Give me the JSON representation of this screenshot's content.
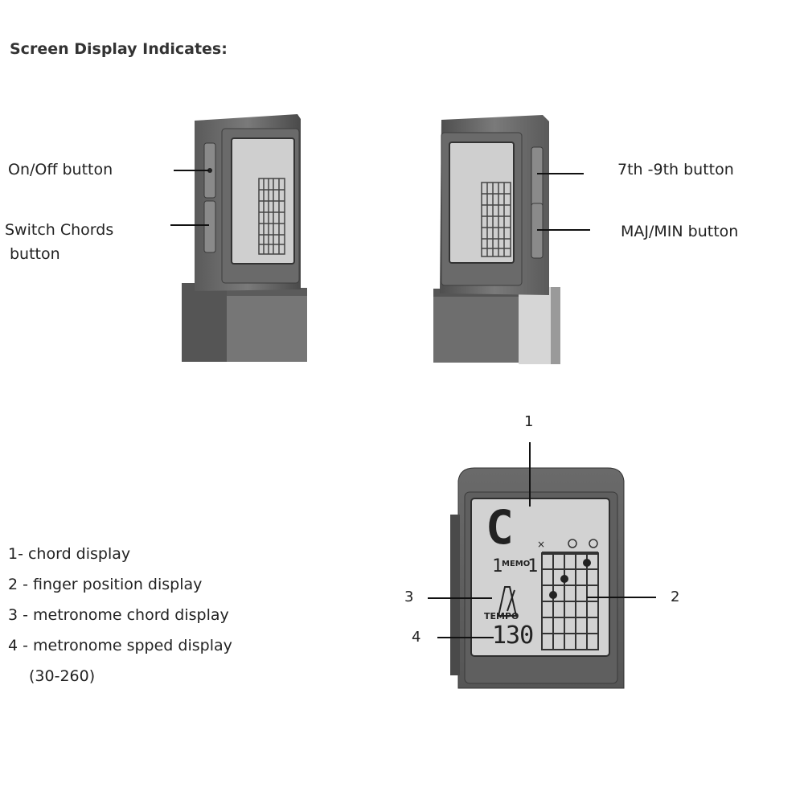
{
  "heading": "Screen Display Indicates:",
  "left_device": {
    "on_off_label": "On/Off button",
    "switch_label_line1": "Switch Chords",
    "switch_label_line2": "button"
  },
  "right_device": {
    "seventh_ninth_label": "7th -9th button",
    "maj_min_label": "MAJ/MIN button"
  },
  "callouts": {
    "n1": "1",
    "n2": "2",
    "n3": "3",
    "n4": "4"
  },
  "display": {
    "chord": "C",
    "memo_label": "MEMO",
    "memo_left": "1",
    "memo_right": "1",
    "tempo_label": "TEMPO",
    "tempo_value": "130",
    "string_marks": [
      "×",
      "○",
      "○"
    ]
  },
  "legend": [
    "1- chord display",
    "2 - finger position display",
    "3 - metronome chord display",
    "4 - metronome spped display",
    "(30-260)"
  ]
}
